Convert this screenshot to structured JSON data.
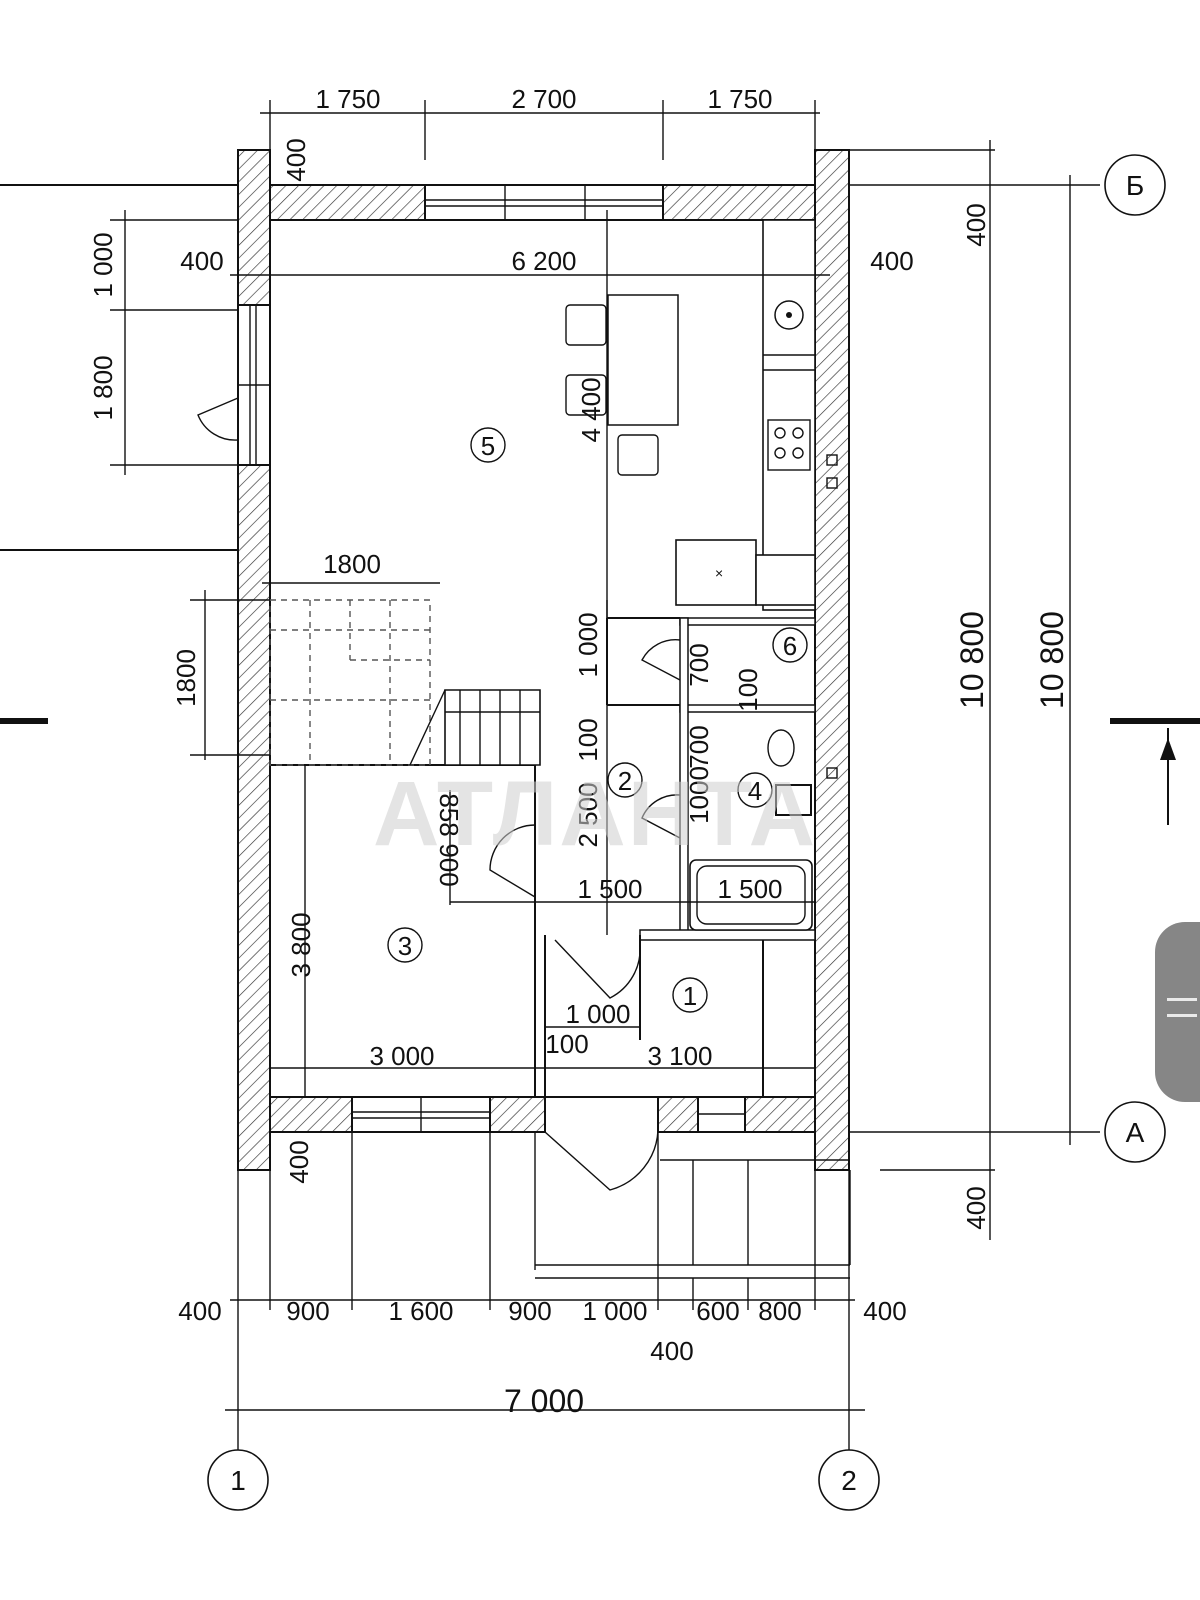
{
  "watermark": "АТЛАНТА",
  "rooms": [
    "1",
    "2",
    "3",
    "4",
    "5",
    "6"
  ],
  "axes": {
    "top": "Б",
    "bottom": "А",
    "left": "1",
    "right": "2"
  },
  "dimensions": {
    "top_chain": [
      "1 750",
      "2 700",
      "1 750"
    ],
    "top_400": "400",
    "left_chain": [
      "1 000",
      "1 800"
    ],
    "left_400": "400",
    "right_400_in": "400",
    "inner_width": "6 200",
    "stair_width": "1800",
    "stair_height": "1800",
    "kitchen_len": "4 400",
    "right_top_400": "400",
    "right_bottom_400": "400",
    "total_height_inner": "10 800",
    "total_height_outer": "10 800",
    "corridor_1000": "1 000",
    "wc_700": "700",
    "wc_100": "100",
    "gap_100": "100",
    "bath_700": "700",
    "bath_1000": "1000",
    "hall_2500": "2 500",
    "door_858": "858",
    "door_900": "900",
    "hall_1500": "1 500",
    "bath_1500": "1 500",
    "room3_height": "3 800",
    "room3_width": "3 000",
    "entry_1000": "1 000",
    "entry_100": "100",
    "entry_3100": "3 100",
    "bottom_left_400": "400",
    "bottom_chain": [
      "400",
      "900",
      "1 600",
      "900",
      "1 000",
      "600",
      "800",
      "400"
    ],
    "bottom_sub_400": "400",
    "total_width": "7 000"
  }
}
